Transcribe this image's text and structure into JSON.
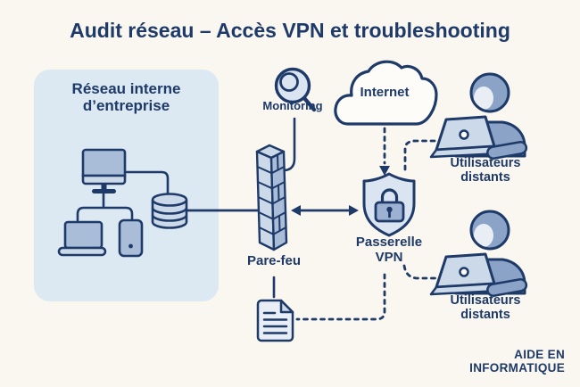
{
  "title": "Audit réseau – Accès VPN et troubleshooting",
  "nodes": {
    "internal_network": {
      "label": "Réseau interne d’entreprise"
    },
    "monitoring": {
      "label": "Monitoring",
      "icon": "magnifier-icon"
    },
    "internet": {
      "label": "Internet",
      "icon": "cloud-icon"
    },
    "firewall": {
      "label": "Pare-feu",
      "icon": "firewall-brick-icon"
    },
    "vpn_gateway": {
      "label": "Passerelle VPN",
      "icon": "shield-lock-icon"
    },
    "remote_users_top": {
      "label": "Utilisateurs distants",
      "icon": "user-laptop-icon"
    },
    "remote_users_bottom": {
      "label": "Utilisateurs distants",
      "icon": "user-laptop-icon"
    },
    "audit_document": {
      "icon": "document-icon"
    }
  },
  "internal_network_icons": [
    "monitor-icon",
    "laptop-icon",
    "tower-pc-icon",
    "database-icon"
  ],
  "connections": [
    "database-to-firewall-solid",
    "firewall-to-vpn-double-arrow",
    "monitoring-to-firewall-solid",
    "internet-to-vpn-dashed-arrow",
    "remote-user-top-to-vpn-dashed",
    "remote-user-bottom-to-vpn-dashed",
    "document-to-vpn-dashed",
    "firewall-to-document-solid"
  ],
  "brand": {
    "label": "AIDE EN INFORMATIQUE"
  },
  "colors": {
    "background": "#faf6f0",
    "navy": "#1e3a68",
    "box_fill": "#dce8f2",
    "icon_medium": "#a9bdd9",
    "icon_light": "#ccd9e8",
    "icon_lighter": "#dbe5f1",
    "person_fill": "#8ba3c7",
    "face_fill": "#e9eef5",
    "cloud_fill": "#fdfcf9"
  }
}
